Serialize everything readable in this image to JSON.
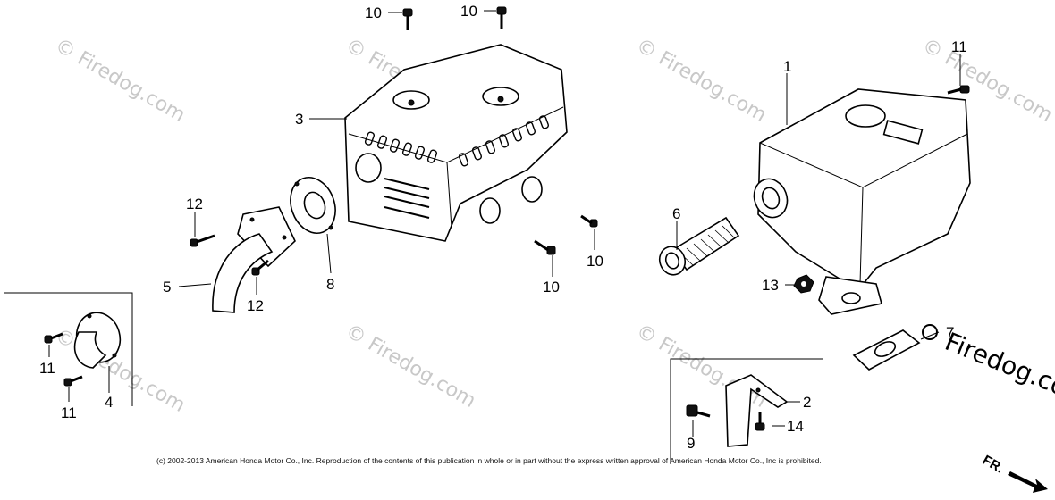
{
  "diagram": {
    "callouts": {
      "c1": "1",
      "c2": "2",
      "c3": "3",
      "c4": "4",
      "c5": "5",
      "c6": "6",
      "c7": "7",
      "c8": "8",
      "c9": "9",
      "c10a": "10",
      "c10b": "10",
      "c10c": "10",
      "c10d": "10",
      "c11a": "11",
      "c11b": "11",
      "c11c": "11",
      "c12a": "12",
      "c12b": "12",
      "c13": "13",
      "c14": "14"
    },
    "watermark": "© Firedog.com",
    "watermark_large": "Firedog.com",
    "direction_label": "FR.",
    "copyright": "(c) 2002-2013 American Honda Motor Co., Inc. Reproduction of the contents of this publication in whole or in part without the express written approval of American Honda Motor Co., Inc is prohibited."
  }
}
